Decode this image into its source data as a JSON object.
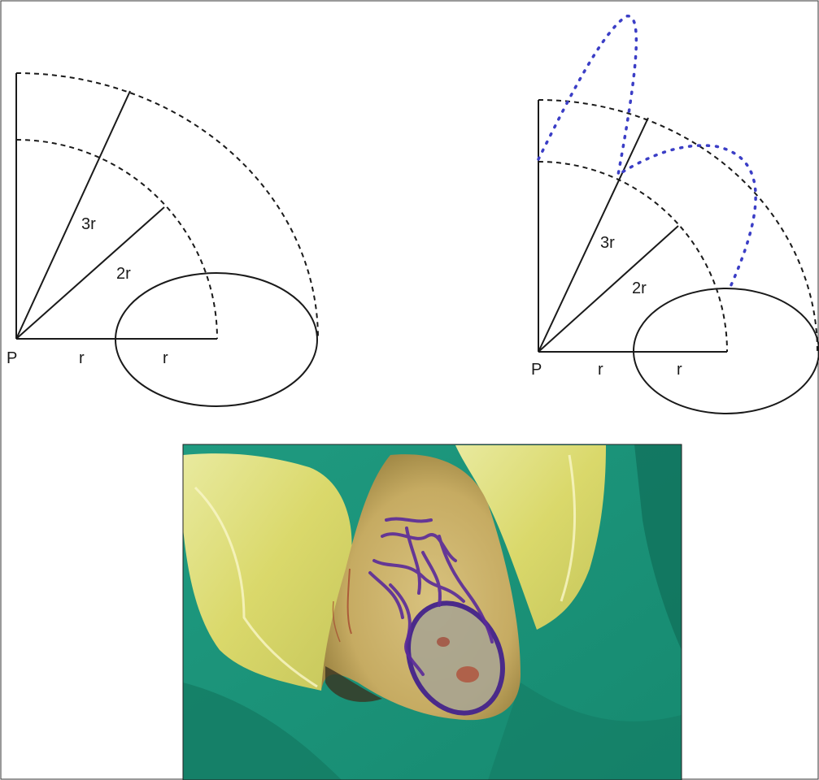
{
  "left_diagram": {
    "point_label": "P",
    "radius_label_1": "r",
    "radius_label_2": "r",
    "label_2r": "2r",
    "label_3r": "3r"
  },
  "right_diagram": {
    "point_label": "P",
    "radius_label_1": "r",
    "radius_label_2": "r",
    "label_2r": "2r",
    "label_3r": "3r"
  },
  "photo": {
    "subject": "clinical-photo-nasal-tip-defect-with-purple-surgical-markings"
  },
  "colors": {
    "line": "#1a1a1a",
    "flap_outline": "#3b3ec6",
    "drape_green": "#1e9a80",
    "film_yellow": "#e6e07a",
    "marker_purple": "#5a2a9a",
    "skin": "#c9b06a"
  }
}
